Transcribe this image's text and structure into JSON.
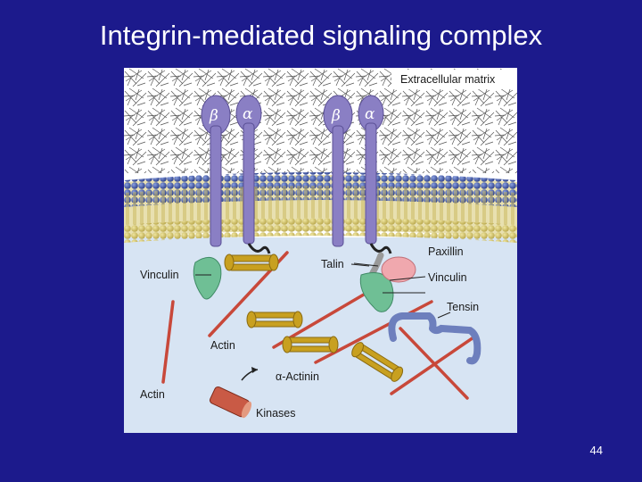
{
  "slide": {
    "title": "Integrin-mediated signaling complex",
    "page_number": "44"
  },
  "figure": {
    "labels": {
      "extracellular_matrix": "Extracellular matrix",
      "paxillin": "Paxillin",
      "talin": "Talin",
      "vinculin_left": "Vinculin",
      "vinculin_right": "Vinculin",
      "tensin": "Tensin",
      "actin_middle": "Actin",
      "actin_bottom": "Actin",
      "alpha_actinin": "α-Actinin",
      "kinases": "Kinases"
    },
    "integrin_subunits": [
      {
        "name": "beta",
        "symbol": "β"
      },
      {
        "name": "alpha",
        "symbol": "α"
      },
      {
        "name": "beta",
        "symbol": "β"
      },
      {
        "name": "alpha",
        "symbol": "α"
      }
    ],
    "colors": {
      "background": "#1c1a8c",
      "integrin": "#8a7fc4",
      "membrane_head": "#3f57a6",
      "vinculin": "#6fbf95",
      "paxillin": "#f0a8ae",
      "tensin": "#6d7fbd",
      "actin": "#c8483a",
      "alpha_actinin": "#c8a020",
      "kinase": "#c95a45"
    }
  }
}
